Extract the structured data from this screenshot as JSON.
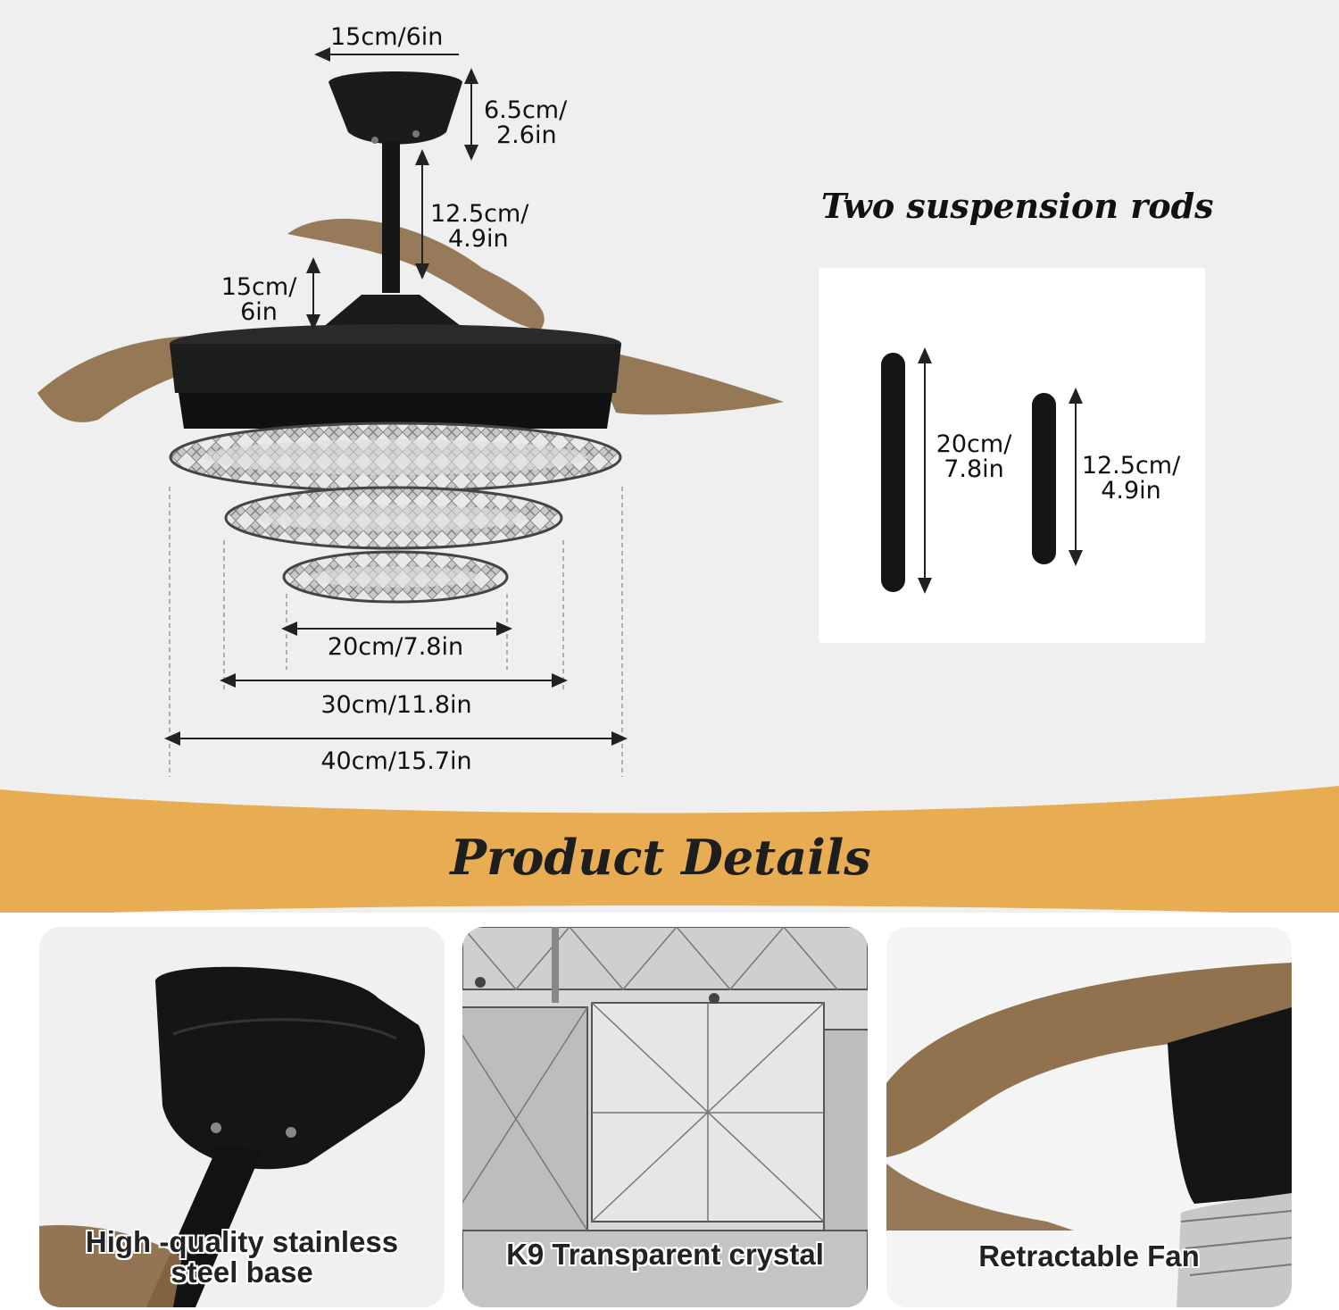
{
  "dimensions": {
    "canopy_width": "15cm/6in",
    "canopy_height_line1": "6.5cm/",
    "canopy_height_line2": "2.6in",
    "rod_length_line1": "12.5cm/",
    "rod_length_line2": "4.9in",
    "motor_height_line1": "15cm/",
    "motor_height_line2": "6in",
    "small_ring": "20cm/7.8in",
    "mid_ring": "30cm/11.8in",
    "large_ring": "40cm/15.7in"
  },
  "rods": {
    "title": "Two suspension rods",
    "long_line1": "20cm/",
    "long_line2": "7.8in",
    "short_line1": "12.5cm/",
    "short_line2": "4.9in"
  },
  "section": {
    "title": "Product Details",
    "band_color": "#e8ad53"
  },
  "details": [
    {
      "caption_line1": "High -quality stainless",
      "caption_line2": "steel base",
      "icon": "canopy-closeup-photo"
    },
    {
      "caption_line1": "K9 Transparent crystal",
      "icon": "crystal-closeup-photo"
    },
    {
      "caption_line1": "Retractable Fan",
      "icon": "blade-closeup-photo"
    }
  ]
}
